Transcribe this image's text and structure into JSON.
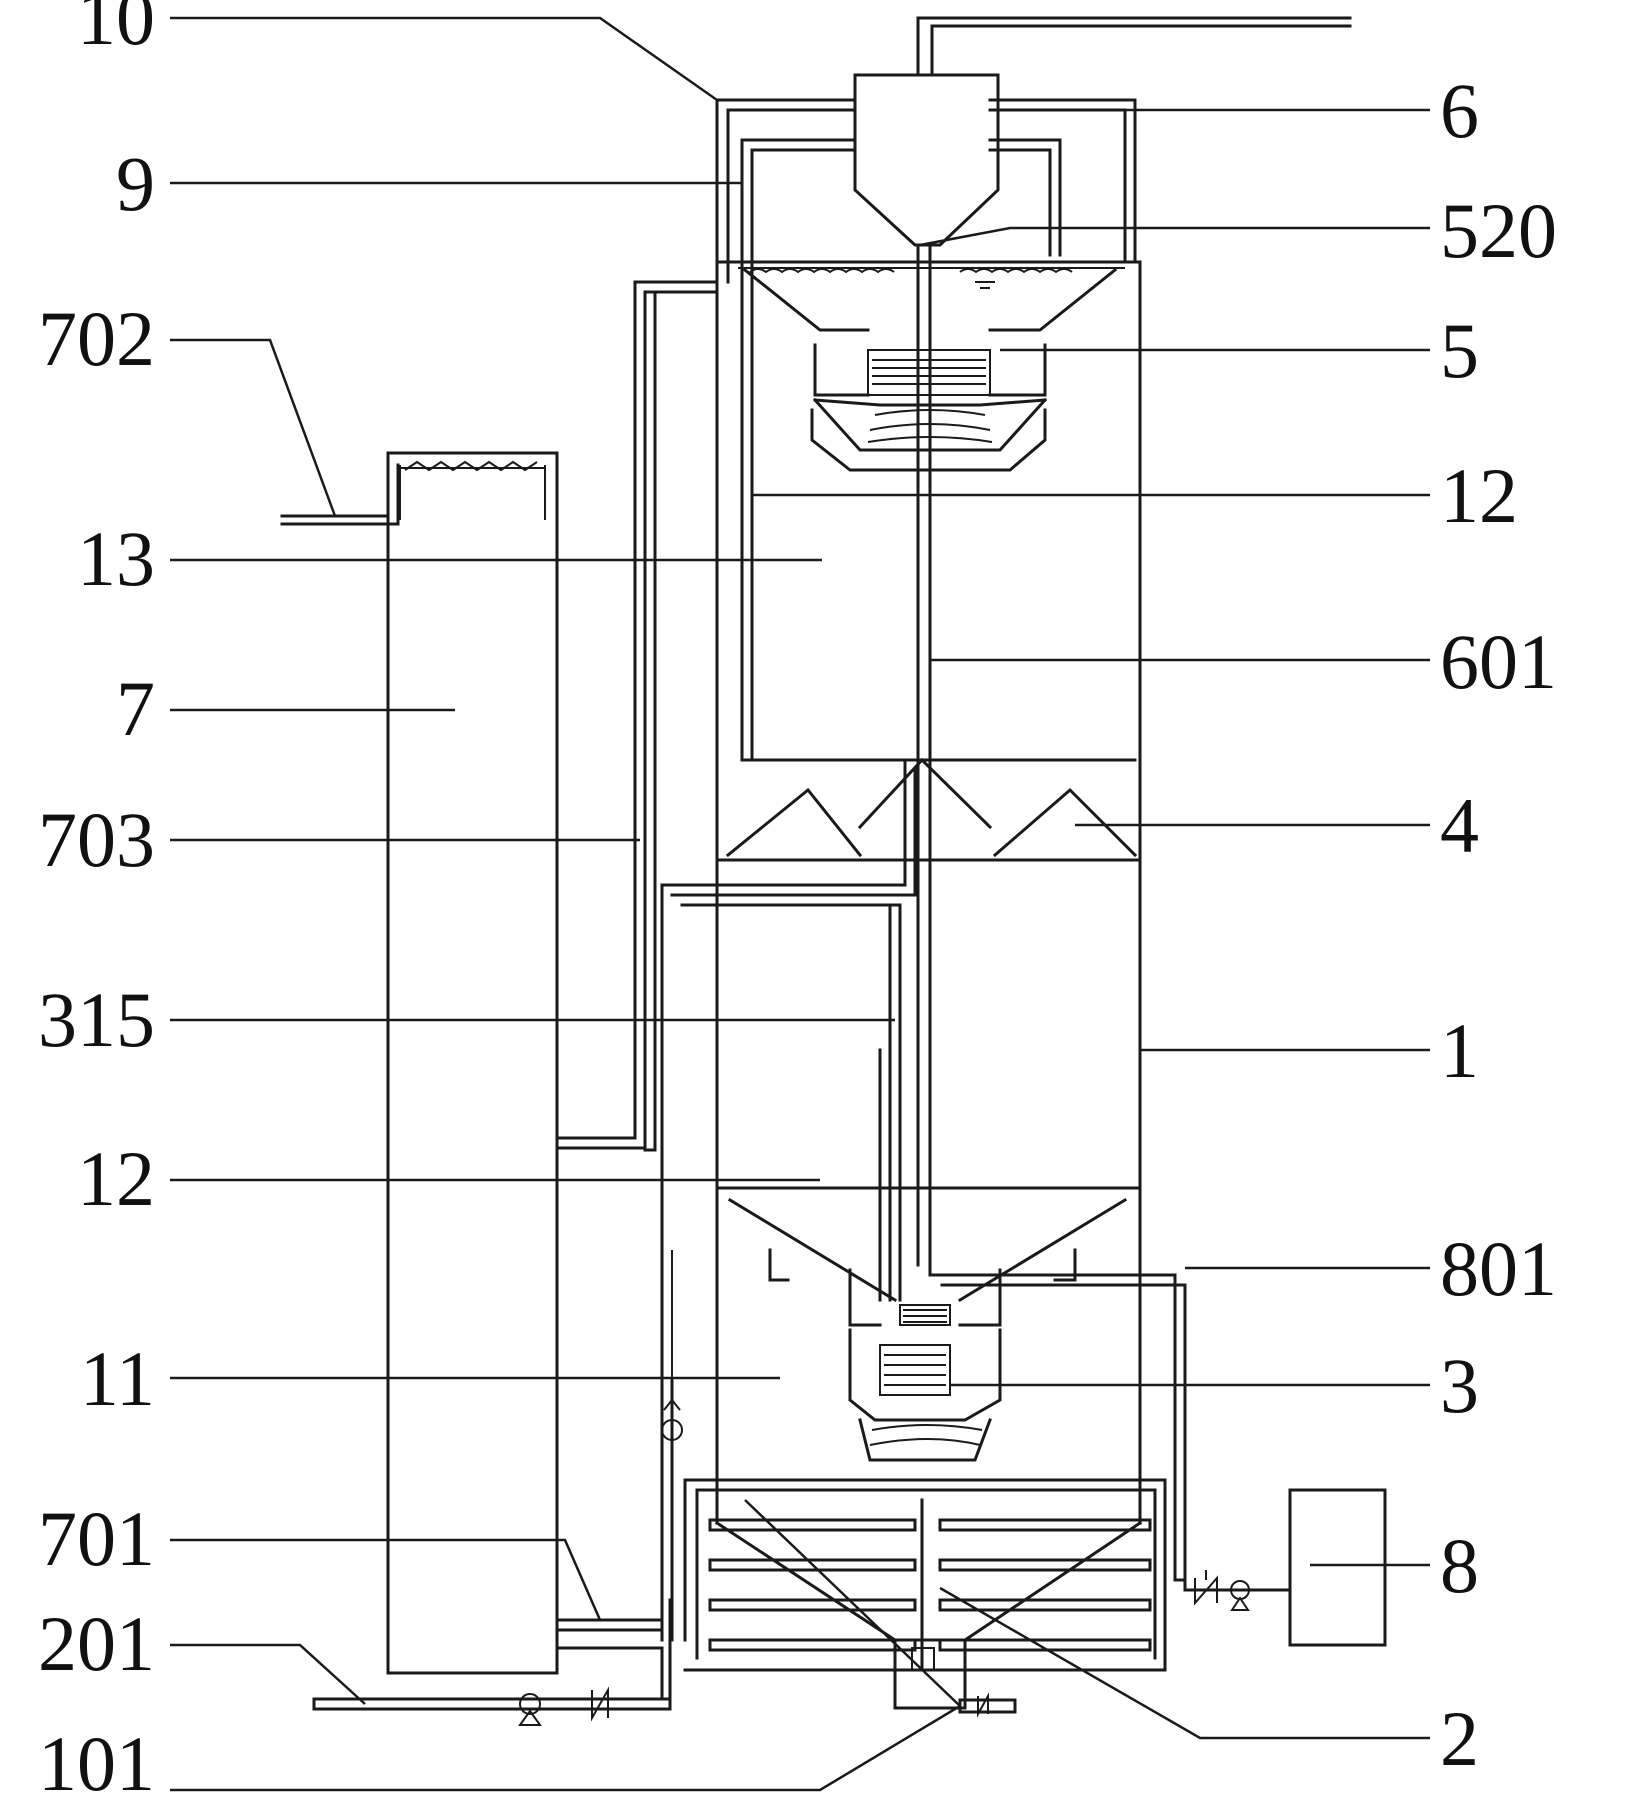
{
  "labels": {
    "left": [
      "10",
      "9",
      "702",
      "13",
      "7",
      "703",
      "315",
      "12",
      "11",
      "701",
      "201",
      "101"
    ],
    "right": [
      "6",
      "520",
      "5",
      "12",
      "601",
      "4",
      "1",
      "801",
      "3",
      "8",
      "2"
    ]
  }
}
